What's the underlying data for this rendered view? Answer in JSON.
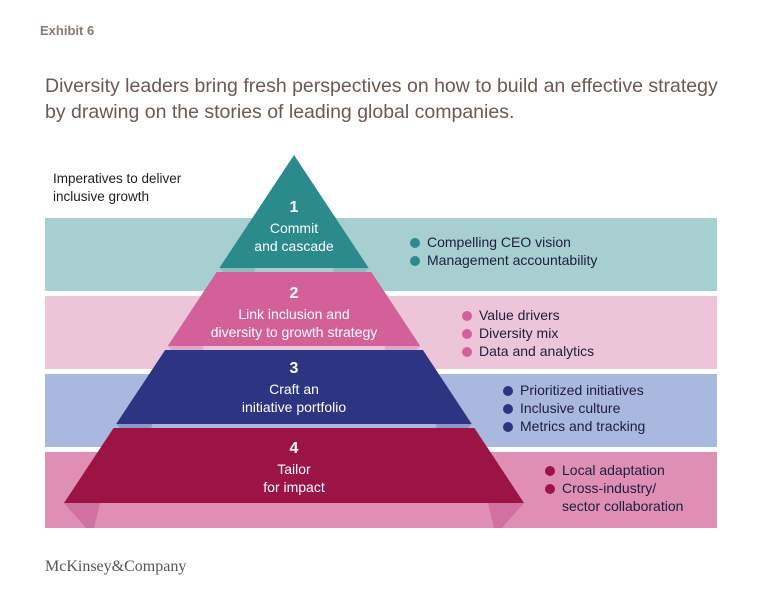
{
  "exhibit_label": "Exhibit 6",
  "headline": "Diversity leaders bring fresh perspectives on how to build an effective strategy by drawing on the stories of leading global companies.",
  "imperatives_title": [
    "Imperatives to deliver",
    "inclusive growth"
  ],
  "tiers": [
    {
      "number": "1",
      "label_lines": [
        "Commit",
        "and cascade"
      ],
      "color": "#2b8a8c",
      "band_color": "#a8cfd0",
      "shadow_color": "#8ebcbd",
      "bullets": [
        [
          "Compelling CEO vision"
        ],
        [
          "Management accountability"
        ]
      ]
    },
    {
      "number": "2",
      "label_lines": [
        "Link inclusion and",
        "diversity to growth strategy"
      ],
      "color": "#d4609a",
      "band_color": "#ecc6d8",
      "shadow_color": "#e0a8c4",
      "bullets": [
        [
          "Value drivers"
        ],
        [
          "Diversity mix"
        ],
        [
          "Data and analytics"
        ]
      ]
    },
    {
      "number": "3",
      "label_lines": [
        "Craft an",
        "initiative portfolio"
      ],
      "color": "#2d3582",
      "band_color": "#a9b8de",
      "shadow_color": "#8a99c8",
      "bullets": [
        [
          "Prioritized initiatives"
        ],
        [
          "Inclusive culture"
        ],
        [
          "Metrics and tracking"
        ]
      ]
    },
    {
      "number": "4",
      "label_lines": [
        "Tailor",
        "for impact"
      ],
      "color": "#9c1444",
      "band_color": "#df8fb4",
      "shadow_color": "#d071a0",
      "bullets": [
        [
          "Local adaptation"
        ],
        [
          "Cross-industry/",
          "sector collaboration"
        ]
      ]
    }
  ],
  "footer": "McKinsey&Company"
}
